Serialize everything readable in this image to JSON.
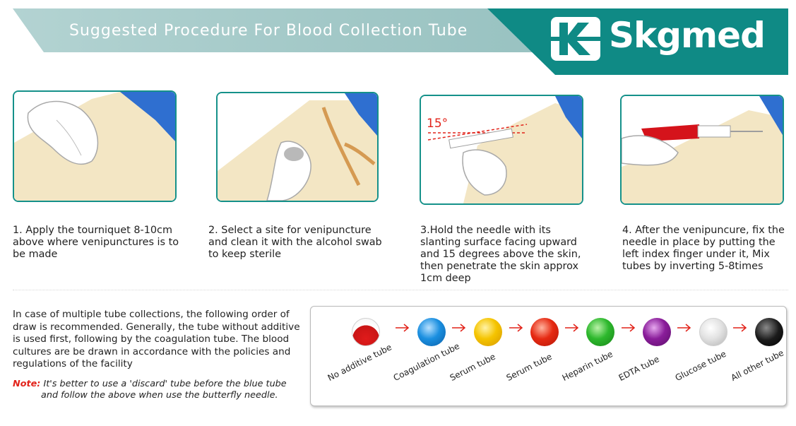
{
  "header": {
    "title": "Suggested Procedure For Blood Collection Tube",
    "brand": "Skgmed",
    "accent_color": "#0f8a85",
    "banner_color": "#a2c8c7"
  },
  "steps": [
    {
      "text": "1. Apply the tourniquet 8-10cm above where venipunctures is to be made",
      "image_icon": "hand-pressing-arm-icon"
    },
    {
      "text": "2. Select a site for venipuncture and clean it with the alcohol swab to keep sterile",
      "image_icon": "alcohol-swab-arm-icon"
    },
    {
      "text": "3.Hold the needle with its slanting surface facing upward and 15 degrees above the skin, then penetrate the skin approx 1cm deep",
      "image_icon": "needle-angle-icon",
      "angle_label": "15°"
    },
    {
      "text": "4. After the venipuncure, fix the needle in place by putting the left index finger under it, Mix tubes by inverting 5-8times",
      "image_icon": "blood-tube-arm-icon"
    }
  ],
  "order_text": "In case of multiple tube collections, the following order of draw is recommended. Generally, the tube without additive is used first, following by the coagulation tube. The blood cultures are be drawn in accordance with the policies and regulations of the facility",
  "note": {
    "label": "Note:",
    "line1": "It's better to use a 'discard' tube before the blue tube",
    "line2": "and follow the above when use the butterfly needle."
  },
  "tubes": [
    {
      "label": "No additive tube",
      "color": "#e01b1b"
    },
    {
      "label": "Coagulation tube",
      "color": "#1a8fe0"
    },
    {
      "label": "Serum tube",
      "color": "#f5c400"
    },
    {
      "label": "Serum tube",
      "color": "#e62a12"
    },
    {
      "label": "Heparin tube",
      "color": "#2db82d"
    },
    {
      "label": "EDTA tube",
      "color": "#8a1d9a"
    },
    {
      "label": "Glucose tube",
      "color": "#d9d9d9"
    },
    {
      "label": "All other tube",
      "color": "#1b1b1b"
    }
  ]
}
